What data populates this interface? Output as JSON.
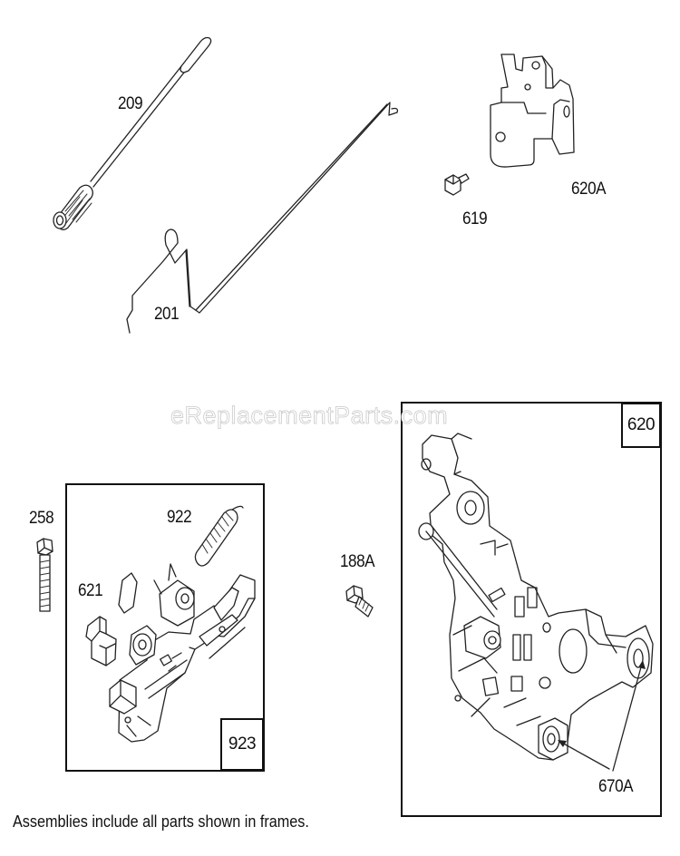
{
  "watermark": "eReplacementParts.com",
  "parts": {
    "p209": "209",
    "p201": "201",
    "p619": "619",
    "p620A": "620A",
    "p258": "258",
    "p922": "922",
    "p621": "621",
    "p188A": "188A",
    "p670A": "670A"
  },
  "frames": {
    "f923": "923",
    "f620": "620"
  },
  "footnote": "Assemblies include all parts shown in frames."
}
